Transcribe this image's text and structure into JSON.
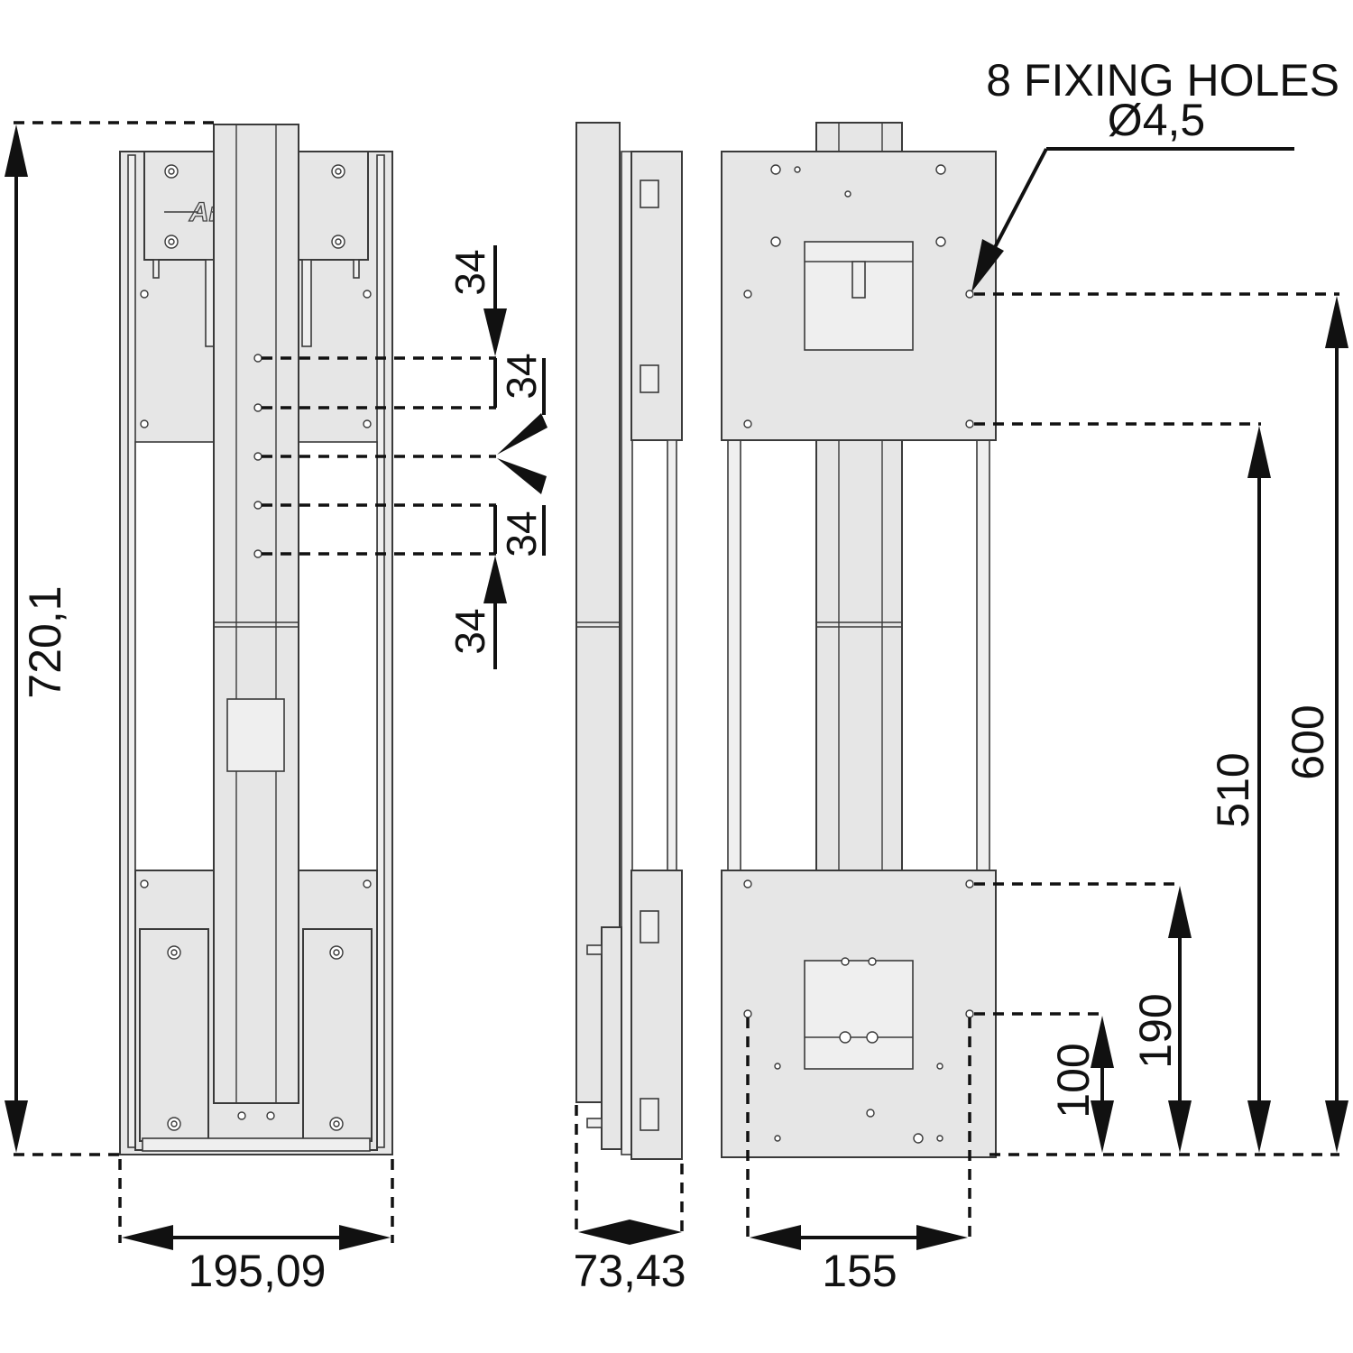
{
  "logo_text": "AriSlide",
  "annotation": {
    "line1": "8 FIXING HOLES",
    "line2": "Ø4,5"
  },
  "dimensions": {
    "total_height": "720,1",
    "front_width": "195,09",
    "side_depth": "73,43",
    "hole_spacing_width": "155",
    "pitch_1": "34",
    "pitch_2": "34",
    "pitch_3": "34",
    "pitch_4": "34",
    "h_600": "600",
    "h_510": "510",
    "h_190": "190",
    "h_100": "100"
  }
}
